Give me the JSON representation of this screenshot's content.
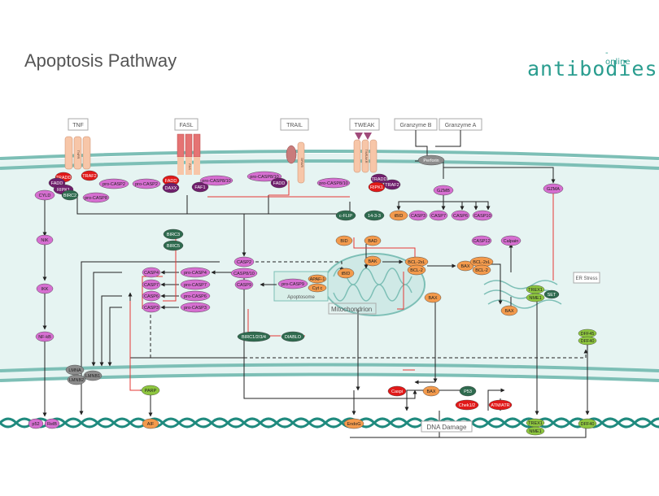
{
  "header": {
    "title": "Apoptosis Pathway",
    "brand_sup": "-online",
    "brand_main": "antibodies"
  },
  "ligands": {
    "tnf": "TNF",
    "fasl": "FASL",
    "trail": "TRAIL",
    "tweak": "TWEAK",
    "granzyme_b": "Granzyme B",
    "granzyme_a": "Granzyme A",
    "perforin": "Perforin"
  },
  "receptors": {
    "tnfr": "TNFR",
    "fas": "FAS",
    "dr": "DR4/5",
    "fn14": "TWEAKR"
  },
  "complexes": {
    "tnf_c1": "TRADD",
    "tnf_c2": "FADD",
    "tnf_c3": "RIPK1",
    "tnf_c4": "TRAF2",
    "tnf_c5": "pro-CASP2",
    "tnf_c6": "pro-CASP8",
    "birc_tnf": "BIRC2",
    "fas_c1": "FADD",
    "fas_c2": "DAXX",
    "fas_c3": "FAF1",
    "trail_c1": "pro-CASP8/10",
    "trail_c2": "FADD",
    "tweak_c1": "TRADD",
    "tweak_c2": "RIPK1",
    "tweak_c3": "TRAF2"
  },
  "nodes": {
    "pro_casp2_fas": "pro-CASP2",
    "pro_casp810_fas": "pro-CASP8/10",
    "pro_casp810_tweak": "pro-CASP8/10",
    "cyld": "CYLD",
    "nik": "NIK",
    "ikk": "IKK",
    "nfkb": "NF-kB",
    "p52": "p52",
    "relb": "RelB",
    "birc3": "BIRC3",
    "birc5": "BIRC5",
    "cflip": "c-FLIP",
    "p1433": "14-3-3",
    "bad": "BAD",
    "bid": "BID",
    "tbid_top": "tBID",
    "casp3_top": "CASP3",
    "casp7_top": "CASP7",
    "casp6_top": "CASP6",
    "casp10_top": "CASP10",
    "gzmb": "GZMB",
    "gzma": "GZMA",
    "casp12": "CASP12",
    "calpain": "Calpain",
    "er_stress": "ER Stress",
    "casp2": "CASP2",
    "casp810": "CASP8/10",
    "casp9": "CASP9",
    "casp4": "CASP4",
    "casp7": "CASP7",
    "casp6": "CASP6",
    "casp3": "CASP3",
    "pro_casp4": "pro-CASP4",
    "pro_casp7": "pro-CASP7",
    "pro_casp6": "pro-CASP6",
    "pro_casp3": "pro-CASP3",
    "pro_casp9": "pro-CASP9",
    "apaf1": "APAF-1",
    "cytc": "Cyt c",
    "apoptosome": "Apoptosome",
    "tbid": "tBID",
    "bak": "BAK",
    "bclxl1": "BCL-2xL",
    "bcl2_1": "BCL-2",
    "bax_r": "BAX",
    "bclxl2": "BCL-2xL",
    "bcl2_2": "BCL-2",
    "bax_mid": "BAX",
    "bax_er": "BAX",
    "mitochondrion": "Mitochondrion",
    "trex1_top": "TREX1",
    "set_top": "SET",
    "nme1_top": "NME1",
    "birc_xiap": "BIRC1/2/3/4",
    "diablo": "DIABLO",
    "dff45": "DFF45",
    "dff40_top": "DFF40",
    "lmna": "LMNA",
    "lmnb1": "LMNB1",
    "lmnb2": "LMNB2",
    "parp": "PARP",
    "aif": "AIF",
    "endog": "EndoG",
    "casp_red": "Caspi",
    "bax_low": "BAX",
    "p53": "P53",
    "chek": "Chek1/2",
    "atm": "ATM/ATR",
    "dna_damage": "DNA Damage",
    "trex1_bot": "TREX1",
    "nme1_bot": "NME1",
    "dff40_bot": "DFF40"
  },
  "colors": {
    "membrane": "#7dbfb6",
    "cytoplasm": "#e6f4f2",
    "dna": "#1f8a7e",
    "pink": "#d66fd1",
    "purple": "#6f1f6c",
    "red": "#e11919",
    "orange": "#f39a4c",
    "green": "#2f6b4f",
    "lime": "#8ec63f",
    "grey": "#8c8c8c",
    "peach": "#f7c6a8",
    "inhibit": "#e53935"
  }
}
